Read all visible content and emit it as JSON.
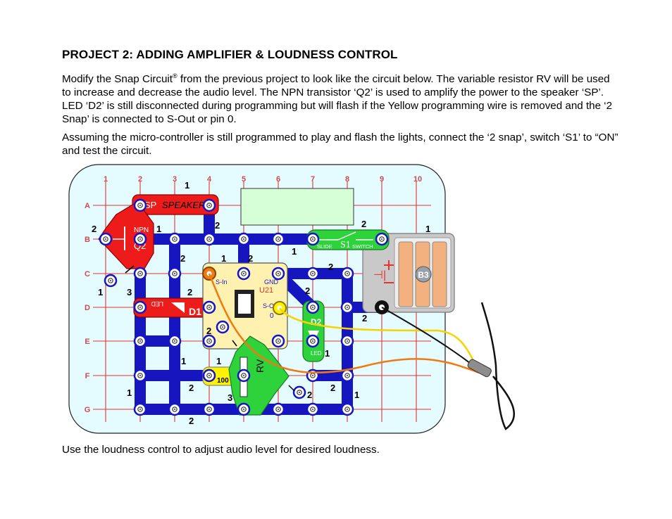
{
  "document": {
    "title": "PROJECT 2:  ADDING AMPLIFIER & LOUDNESS CONTROL",
    "p1_part1": "Modify the Snap Circuit",
    "p1_sup": "®",
    "p1_part2": " from the previous project to look like the circuit below. The variable resistor RV will be used to increase and decrease the audio level. The NPN transistor ‘Q2’ is used to amplify the power to the speaker ‘SP’.  LED ‘D2’ is still disconnected during programming but will flash if the Yellow programming wire is removed and the ‘2 Snap’ is connected to S-Out or pin 0.",
    "p2": "Assuming the micro-controller is still programmed to play and flash the lights, connect the ‘2 snap’, switch ‘S1’ to “ON” and test the circuit.",
    "footer": "Use the loudness control to adjust audio level for desired loudness."
  },
  "board": {
    "columns": [
      "1",
      "2",
      "3",
      "4",
      "5",
      "6",
      "7",
      "8",
      "9",
      "10"
    ],
    "rows": [
      "A",
      "B",
      "C",
      "D",
      "E",
      "F",
      "G"
    ]
  },
  "parts": {
    "speaker": {
      "id": "SP",
      "name": "SPEAKER"
    },
    "transistor": {
      "type": "NPN",
      "id": "Q2"
    },
    "led1": {
      "text": "LED",
      "id": "D1"
    },
    "led2": {
      "text": "LED",
      "id": "D2"
    },
    "slide_switch": {
      "id": "S1",
      "left": "SLIDE",
      "right": "SWITCH"
    },
    "battery": {
      "id": "B3"
    },
    "micro": {
      "id": "U21",
      "sin": "S-In",
      "gnd": "GND",
      "sout": "S-Out",
      "pin": "0"
    },
    "resistor": {
      "value": "100 Ω"
    },
    "variable_resistor": {
      "id": "RV"
    }
  },
  "labels": {
    "n1": "1",
    "n2": "2",
    "n3": "3"
  },
  "colors": {
    "board_bg": "#e4fbff",
    "grid": "#e8322b",
    "wire_blue": "#1616c0",
    "speaker_red": "#ee1b1b",
    "green_part": "#2ed23b",
    "chip_yellow": "#fff2b0",
    "display_green": "#d7ffd7",
    "battery_orange": "#f2b17f",
    "wire_yellow": "#f5d400",
    "wire_orange": "#f07a12"
  }
}
